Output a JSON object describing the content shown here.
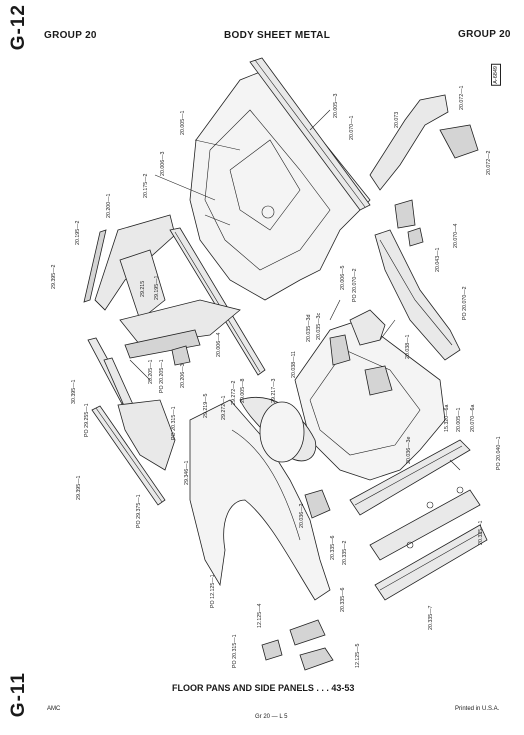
{
  "header": {
    "left_group": "GROUP 20",
    "title": "BODY SHEET METAL",
    "right_group": "GROUP 20",
    "tab_top": "G-12",
    "tab_bottom": "G-11",
    "stamp": "A-6849"
  },
  "footer": {
    "caption": "FLOOR PANS AND SIDE PANELS . . . 43-53",
    "left": "AMC",
    "center": "Gr 20 — L 5",
    "right": "Printed in U.S.A."
  },
  "part_labels": [
    "20.005—3",
    "20.005—1",
    "20.070—1",
    "20.073",
    "20.072—1",
    "20.072—2",
    "20.006—3",
    "20.175—2",
    "20.200—1",
    "20.195—2",
    "20.070—4",
    "20.043—1",
    "29.395—2",
    "29.215",
    "29.195—1",
    "20.006—5",
    "PO 20.070—2",
    "PO 20.070—2",
    "20.035—3d",
    "20.035—3c",
    "20.006—4",
    "20.038—1",
    "20.205—1",
    "PO 20.205—1",
    "30.395—1",
    "PO 29.255—1",
    "20.206—3",
    "PO 20.315—1",
    "29.217—3",
    "20.038—11",
    "29.272—1",
    "29.272—2",
    "29.219—5",
    "29.005—8",
    "20.036—3e",
    "15.320—6a",
    "20.005—1",
    "20.070—6a",
    "PO 20.040—1",
    "29.346—1",
    "29.395—1",
    "PO 29.375—1",
    "20.036—2",
    "20.335—6",
    "20.335—2",
    "20.325—1",
    "PO 12.125—1",
    "20.335—6",
    "20.335—7",
    "12.125—4",
    "PO 20.315—1",
    "12.125—5"
  ]
}
